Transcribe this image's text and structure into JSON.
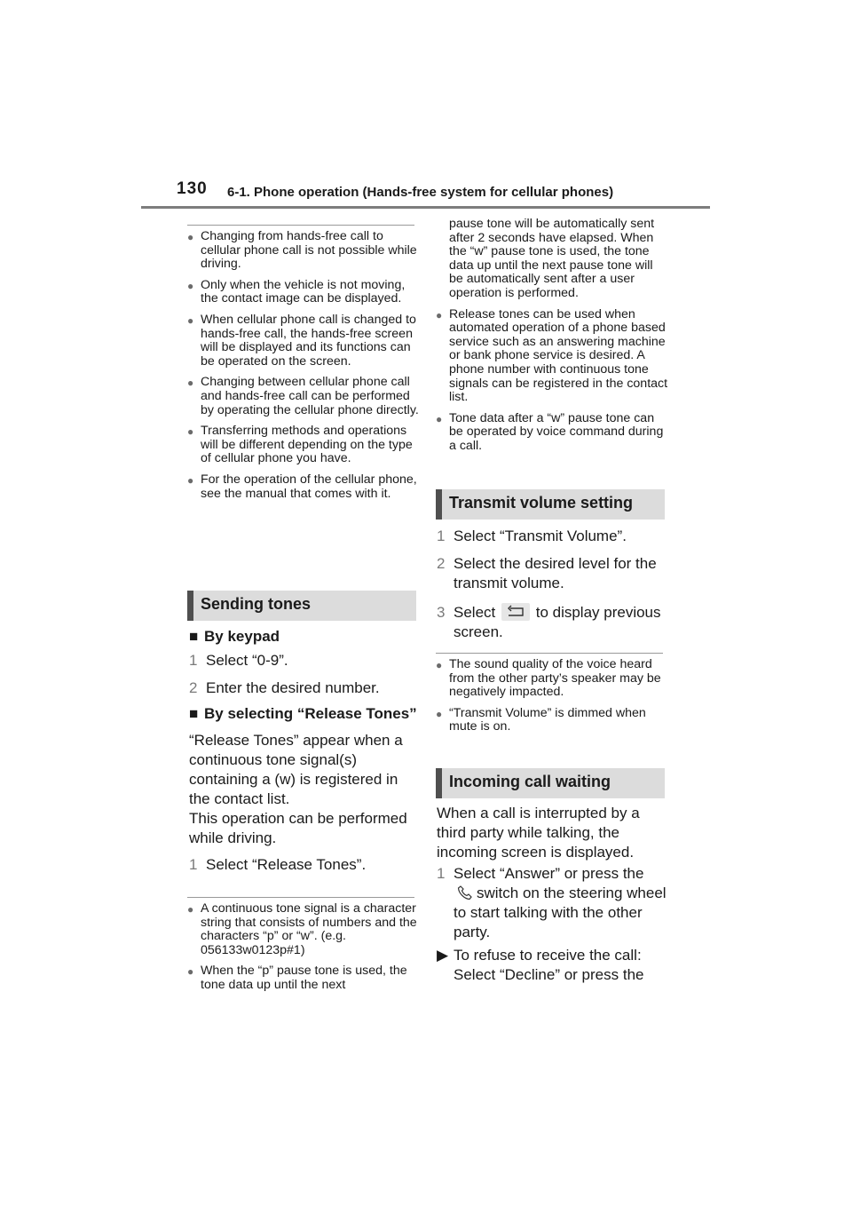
{
  "header": {
    "page_number": "130",
    "title": "6-1. Phone operation (Hands-free system for cellular phones)"
  },
  "left": {
    "notes_top": [
      "Changing from hands-free call to cellular phone call is not possible while driving.",
      "Only when the vehicle is not moving, the contact image can be displayed.",
      "When cellular phone call is changed to hands-free call, the hands-free screen will be displayed and its functions can be operated on the screen.",
      "Changing between cellular phone call and hands-free call can be performed by operating the cellular phone directly.",
      "Transferring methods and operations will be different depending on the type of cellular phone you have.",
      "For the operation of the cellular phone, see the manual that comes with it."
    ],
    "sending_tones_title": "Sending tones",
    "by_keypad": "By keypad",
    "keypad_steps": [
      "Select “0-9”.",
      "Enter the desired number."
    ],
    "by_release": "By selecting “Release Tones”",
    "release_para1": "“Release Tones” appear when a continuous tone signal(s) containing a (w) is registered in the contact list.",
    "release_para2": "This operation can be performed while driving.",
    "release_step": "Select “Release Tones”.",
    "notes_bottom": [
      "A continuous tone signal is a character string that consists of numbers and the characters “p” or “w”. (e.g. 056133w0123p#1)",
      "When the “p” pause tone is used, the tone data up until the next"
    ]
  },
  "right": {
    "cont_text": "pause tone will be automatically sent after 2 seconds have elapsed. When the “w” pause tone is used, the tone data up until the next pause tone will be automatically sent after a user operation is performed.",
    "notes_a": [
      "Release tones can be used when automated operation of a phone based service such as an answering machine or bank phone service is desired. A phone number with continuous tone signals can be registered in the contact list.",
      "Tone data after a “w” pause tone can be operated by voice command during a call."
    ],
    "transmit_title": "Transmit volume setting",
    "transmit_steps": [
      "Select “Transmit Volume”.",
      "Select the desired level for the transmit volume."
    ],
    "step3_pre": "Select",
    "step3_post": "to display previous screen.",
    "notes_b": [
      "The sound quality of the voice heard from the other party’s speaker may be negatively impacted.",
      "“Transmit Volume” is dimmed when mute is on."
    ],
    "incoming_title": "Incoming call waiting",
    "incoming_para": "When a call is interrupted by a third party while talking, the incoming screen is displayed.",
    "incoming_step_pre": "Select “Answer” or press the",
    "incoming_step_post": "switch on the steering wheel to start talking with the other party.",
    "refuse_line1": "To refuse to receive the call:",
    "refuse_line2": "Select “Decline” or press the"
  }
}
